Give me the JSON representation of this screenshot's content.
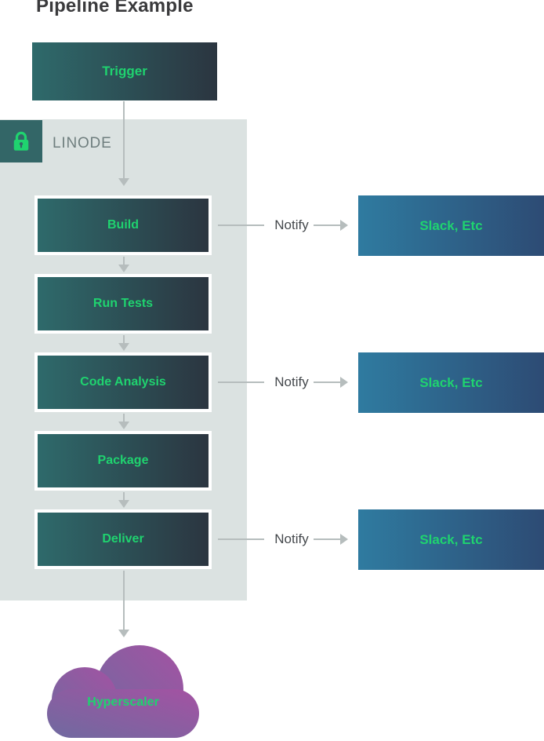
{
  "title": "Pipeline Example",
  "diagram": {
    "trigger": {
      "label": "Trigger"
    },
    "linode_group": {
      "label": "LINODE",
      "icon": "lock-icon"
    },
    "stages": [
      {
        "label": "Build",
        "notifies": true
      },
      {
        "label": "Run Tests",
        "notifies": false
      },
      {
        "label": "Code Analysis",
        "notifies": true
      },
      {
        "label": "Package",
        "notifies": false
      },
      {
        "label": "Deliver",
        "notifies": true
      }
    ],
    "notify_label": "Notify",
    "notification_targets": [
      {
        "label": "Slack, Etc"
      },
      {
        "label": "Slack, Etc"
      },
      {
        "label": "Slack, Etc"
      }
    ],
    "hyperscaler": {
      "label": "Hyperscaler"
    }
  },
  "colors": {
    "accent-green": "#1FD36F",
    "teal-grad-start": "#2E6A6B",
    "teal-grad-end": "#2B3540",
    "blue-grad-start": "#2F7BA0",
    "blue-grad-end": "#2D4B74",
    "purple-grad-start": "#6F6AA0",
    "purple-grad-end": "#A452A2",
    "container-bg": "#DBE2E1",
    "lock-badge-bg": "#336667",
    "arrow-gray": "#B6BDBD",
    "label-gray": "#6F7E7E",
    "title-color": "#3A3A3C",
    "notify-text": "#44484C"
  }
}
